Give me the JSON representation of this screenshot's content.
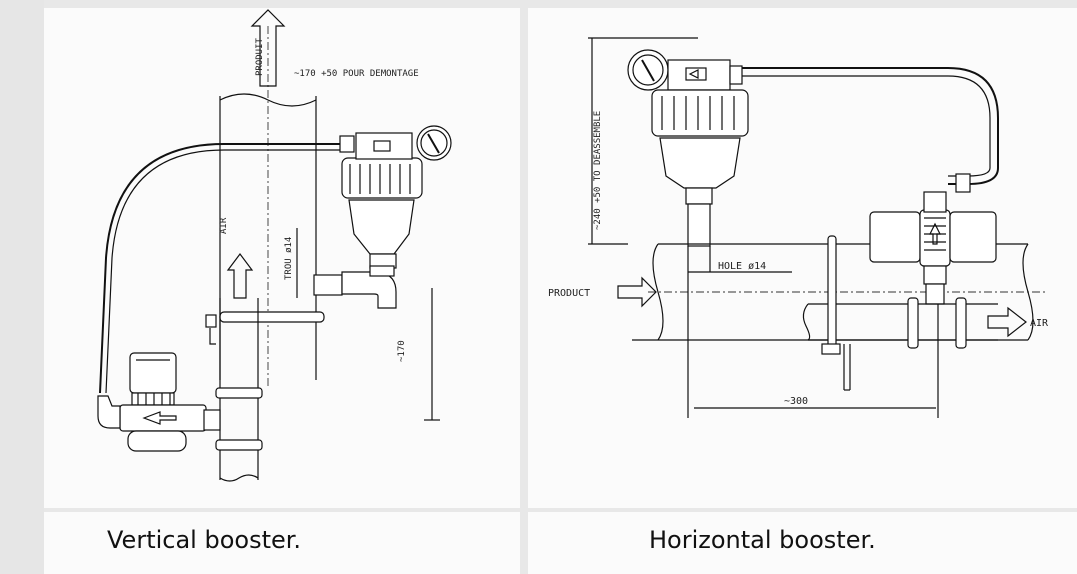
{
  "captions": {
    "left": "Vertical booster.",
    "right": "Horizontal booster."
  },
  "vertical_drawing": {
    "label_produit": "PRODUIT",
    "label_demontage": "~170 +50 POUR DEMONTAGE",
    "label_air": "AIR",
    "label_trou": "TROU ø14",
    "label_170": "~170"
  },
  "horizontal_drawing": {
    "label_deassemble": "~240 +50 TO DEASSEMBLE",
    "label_hole": "HOLE  ø14",
    "label_product": "PRODUCT",
    "label_air": "AIR",
    "label_300": "~300"
  }
}
